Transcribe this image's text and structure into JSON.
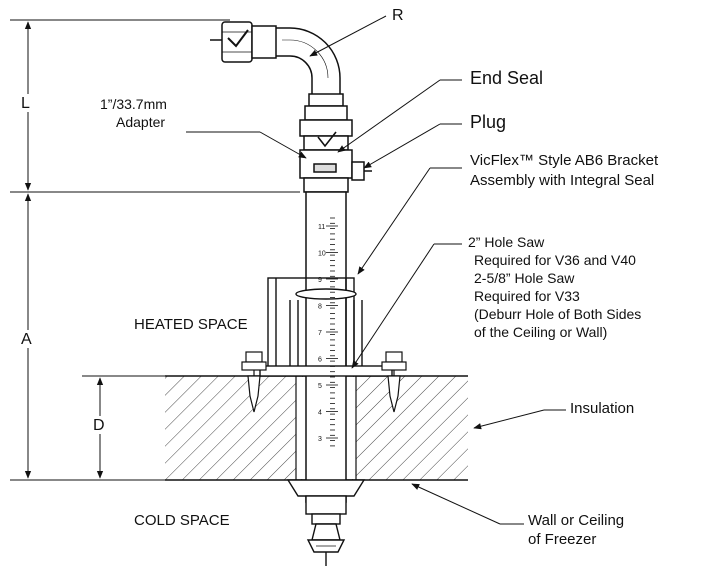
{
  "dimensions": {
    "R": "R",
    "L": "L",
    "A": "A",
    "D": "D"
  },
  "labels": {
    "end_seal": "End Seal",
    "plug": "Plug",
    "adapter_line1": "1”/33.7mm",
    "adapter_line2": "Adapter",
    "bracket_line1": "VicFlex™ Style AB6 Bracket",
    "bracket_line2": "Assembly with Integral Seal",
    "holesaw_line1": "2” Hole Saw",
    "holesaw_line2": "Required for V36 and V40",
    "holesaw_line3": "2-5/8” Hole Saw",
    "holesaw_line4": "Required for V33",
    "holesaw_line5": "(Deburr Hole of Both Sides",
    "holesaw_line6": "of the Ceiling or Wall)",
    "heated_space": "HEATED SPACE",
    "insulation": "Insulation",
    "cold_space": "COLD SPACE",
    "wall_line1": "Wall or Ceiling",
    "wall_line2": "of Freezer"
  },
  "scale_ticks": [
    "11",
    "10",
    "9",
    "8",
    "7",
    "6",
    "5",
    "4",
    "3"
  ]
}
